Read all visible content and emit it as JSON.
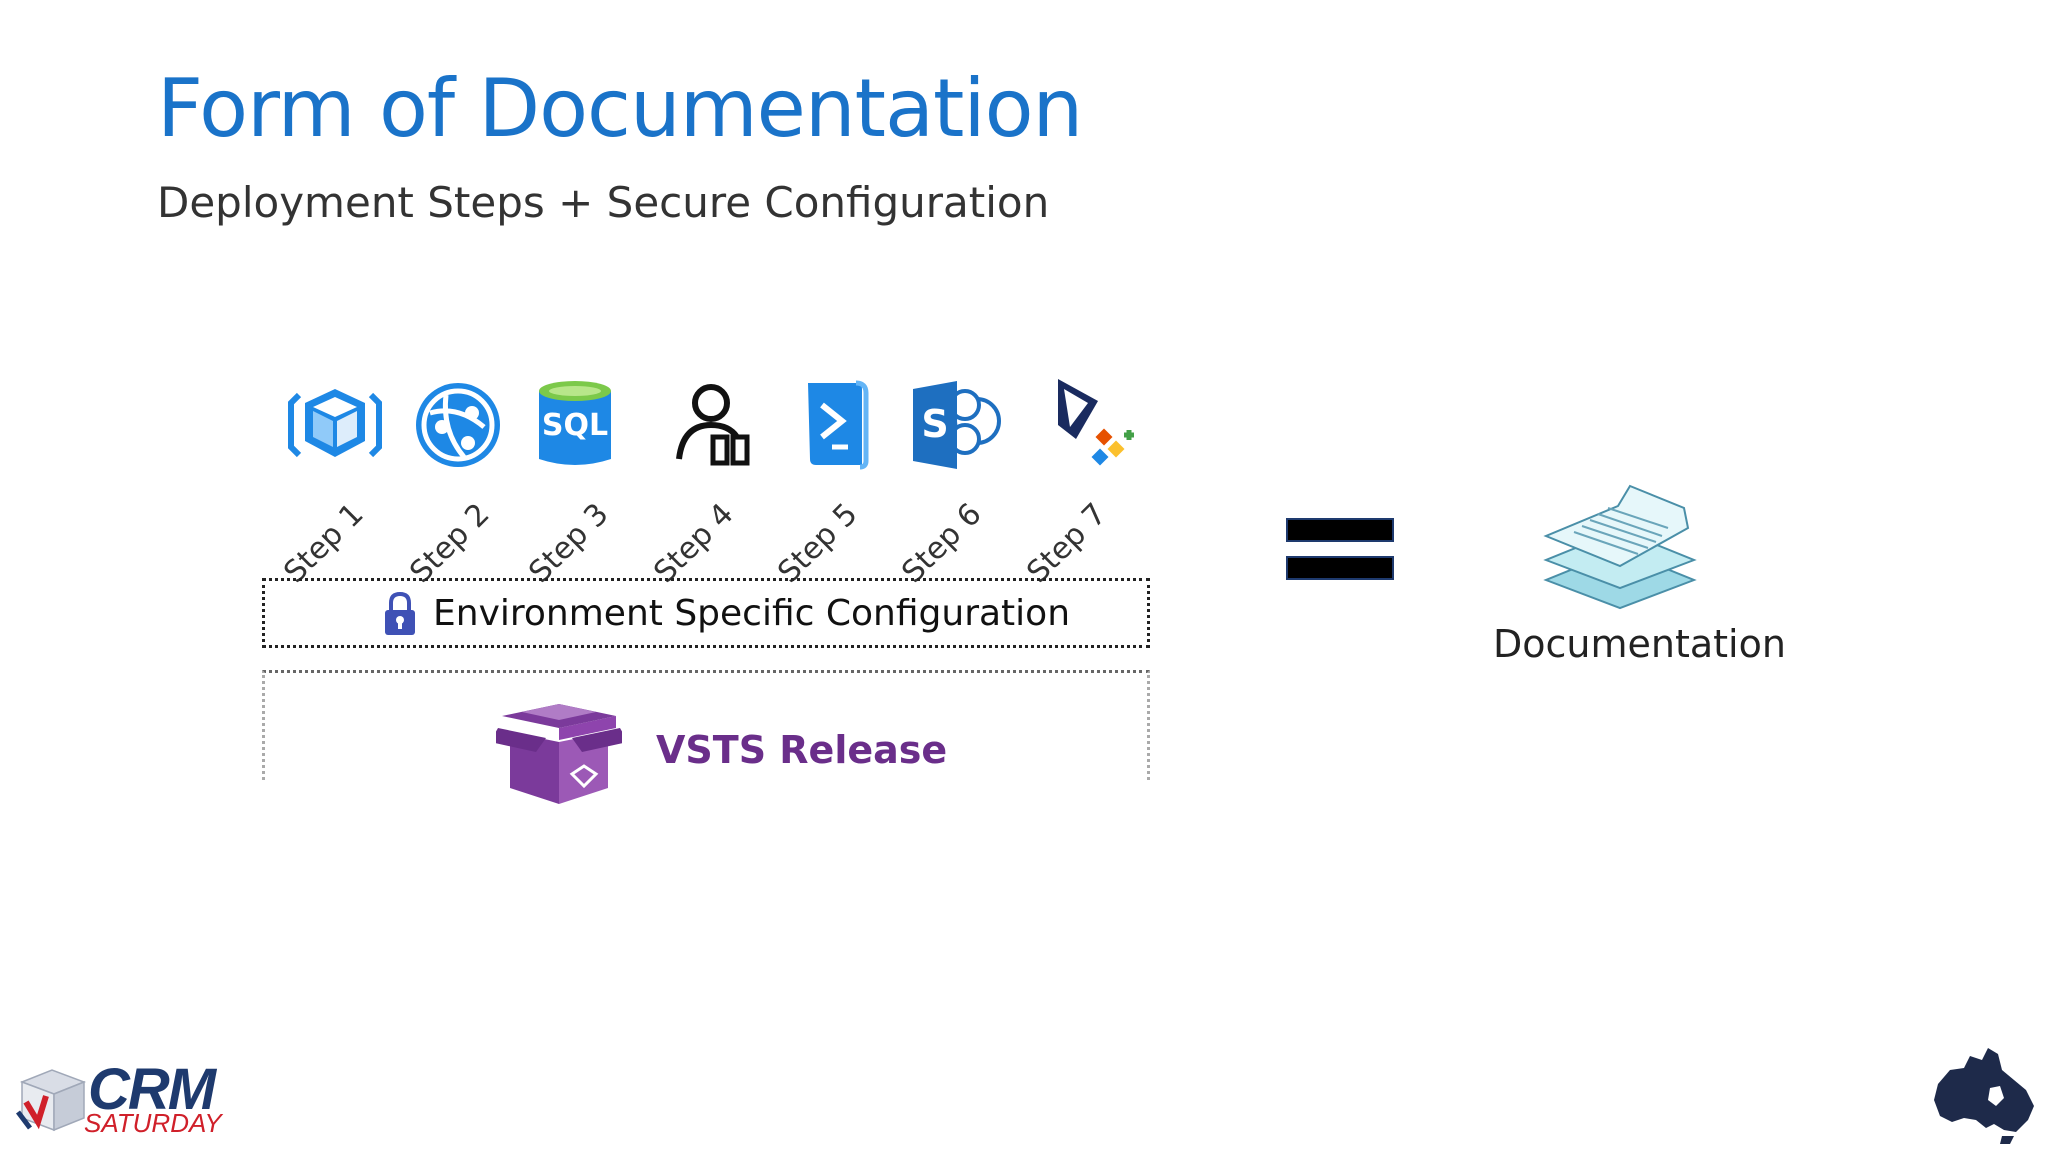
{
  "slide": {
    "title": "Form of Documentation",
    "subtitle": "Deployment Steps + Secure Configuration"
  },
  "steps": [
    {
      "label": "Step 1",
      "icon": "azure-resource-group-icon",
      "color": "#1e88e5"
    },
    {
      "label": "Step 2",
      "icon": "azure-web-app-icon",
      "color": "#1e88e5"
    },
    {
      "label": "Step 3",
      "icon": "sql-database-icon",
      "color": "#1e88e5",
      "icon_text": "SQL"
    },
    {
      "label": "Step 4",
      "icon": "user-permissions-icon",
      "color": "#111111"
    },
    {
      "label": "Step 5",
      "icon": "powershell-icon",
      "color": "#1e88e5"
    },
    {
      "label": "Step 6",
      "icon": "sharepoint-icon",
      "color": "#1e6fc0",
      "icon_text": "S"
    },
    {
      "label": "Step 7",
      "icon": "dynamics-solution-icon",
      "color": "#1a2b5f"
    }
  ],
  "environment": {
    "label": "Environment Specific Configuration",
    "icon": "lock-icon"
  },
  "release": {
    "label": "VSTS Release",
    "icon": "vsts-release-package-icon",
    "color": "#6a2e8a"
  },
  "result": {
    "label": "Documentation",
    "icon": "documentation-stack-icon"
  },
  "logos": {
    "crm_main": "CRM",
    "crm_sub": "SATURDAY",
    "australia": "australia-map-logo"
  }
}
